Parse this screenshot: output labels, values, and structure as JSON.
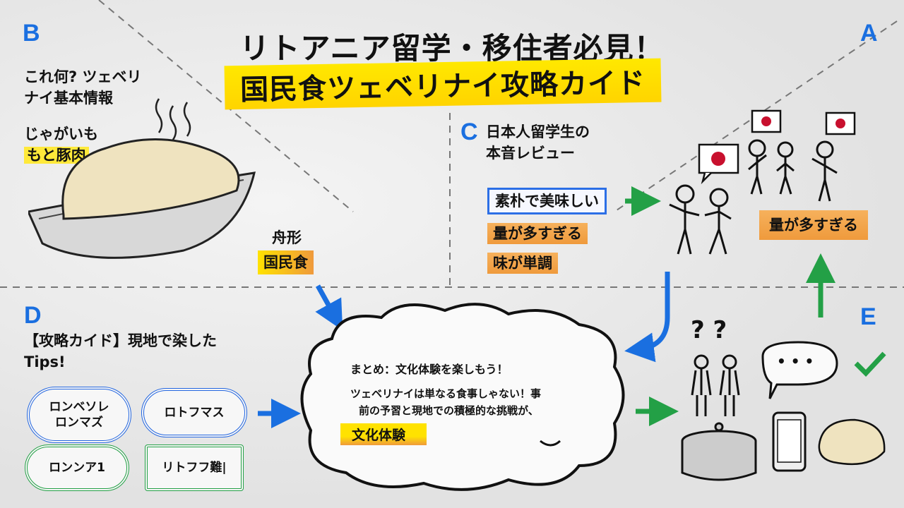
{
  "title": {
    "line1": "リトアニア留学・移住者必見！",
    "line2": "国民食ツェベリナイ攻略カイド"
  },
  "sections": {
    "A": {
      "letter": "A",
      "badge": "量が多すぎる"
    },
    "B": {
      "letter": "B",
      "heading_1": "これ何? ツェベリ",
      "heading_2": "ナイ基本情報",
      "ingredient_1": "じゃがいも",
      "ingredient_2": "もと豚肉",
      "shape_label": "舟形",
      "national_food": "国民食"
    },
    "C": {
      "letter": "C",
      "heading_1": "日本人留学生の",
      "heading_2": "本音レビュー",
      "reviews": [
        "素朴で美味しい",
        "量が多すぎる",
        "味が単調"
      ]
    },
    "D": {
      "letter": "D",
      "heading_1": "【攻略カイド】現地で染した",
      "heading_2": "Tips!",
      "tips": [
        "ロンベソレ ロンマズ",
        "ロトフマス",
        "ロンンア1",
        "リトフフ難|"
      ]
    },
    "E": {
      "letter": "E",
      "question_marks": "? ?",
      "speech": "• • •"
    }
  },
  "summary": {
    "heading": "まとめ：文化体験を楽しもう！",
    "line1": "ツェベリナイは単なる食事しゃない！事",
    "line2": "前の予習と現地での積極的な挑戦が、",
    "highlight": "文化体験"
  },
  "colors": {
    "blue": "#1a6fe0",
    "green": "#23a046",
    "yellow": "#ffe200",
    "orange": "#ef9a3c",
    "flag_red": "#c8102e"
  }
}
